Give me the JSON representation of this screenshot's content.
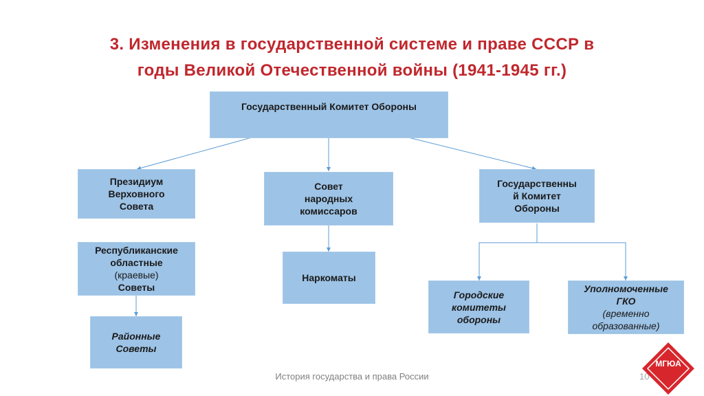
{
  "title": {
    "line1": "3. Изменения в государственной системе и праве СССР в",
    "line2": "годы Великой Отечественной войны (1941-1945 гг.)"
  },
  "nodes": {
    "gko_top": "Государственный Комитет Обороны",
    "presidium": [
      "Президиум",
      "Верховного",
      "Совета"
    ],
    "sovnarkom": [
      "Совет",
      "народных",
      "комиссаров"
    ],
    "gko_mid": [
      "Государственны",
      "й Комитет",
      "Обороны"
    ],
    "republic": [
      "Республиканские",
      "областные",
      "(краевые)",
      "Советы"
    ],
    "district": [
      "Районные",
      "Советы"
    ],
    "narkomaty": "Наркоматы",
    "city": [
      "Городские",
      "комитеты",
      "обороны"
    ],
    "plenipot": [
      "Уполномоченные",
      "ГКО",
      "(временно",
      "образованные)"
    ]
  },
  "footer": {
    "text": "История государства и права России",
    "page": "10",
    "logo": "МГЮА"
  },
  "colors": {
    "title": "#c0272d",
    "box": "#9dc3e6",
    "connector": "#5b9bd5",
    "logo": "#d7262c"
  }
}
